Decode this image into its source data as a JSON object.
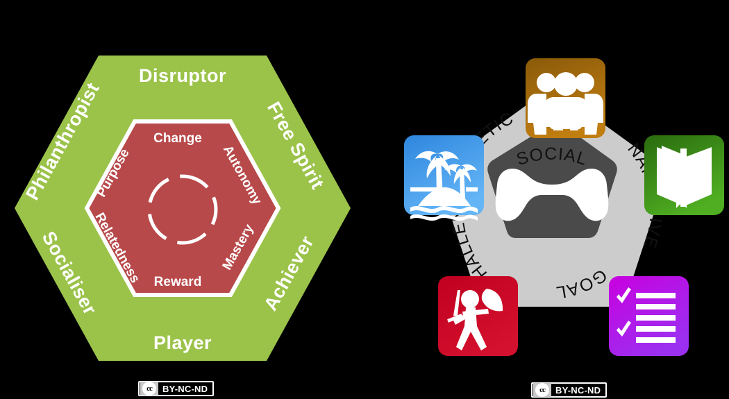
{
  "figure": {
    "background_color": "#000000",
    "left_diagram": {
      "name": "hexad-player-types-and-motivations",
      "outer_shape": "hexagon",
      "outer_color": "#9bc34a",
      "inner_shape": "hexagon",
      "inner_color": "#b8494a",
      "inner_border_color": "#ffffff",
      "center_marker": "dashed-circle",
      "outer_labels": [
        {
          "id": "disruptor",
          "text": "Disruptor",
          "position": "top",
          "rotation": 0
        },
        {
          "id": "free-spirit",
          "text": "Free Spirit",
          "position": "upper-right",
          "rotation": 60
        },
        {
          "id": "achiever",
          "text": "Achiever",
          "position": "lower-right",
          "rotation": 120
        },
        {
          "id": "player",
          "text": "Player",
          "position": "bottom",
          "rotation": 0
        },
        {
          "id": "socialiser",
          "text": "Socialiser",
          "position": "lower-left",
          "rotation": -120
        },
        {
          "id": "philanthropist",
          "text": "Philanthropist",
          "position": "upper-left",
          "rotation": -60
        }
      ],
      "inner_labels": [
        {
          "id": "change",
          "text": "Change",
          "position": "top",
          "rotation": 0
        },
        {
          "id": "autonomy",
          "text": "Autonomy",
          "position": "upper-right",
          "rotation": 60
        },
        {
          "id": "mastery",
          "text": "Mastery",
          "position": "lower-right",
          "rotation": 120
        },
        {
          "id": "reward",
          "text": "Reward",
          "position": "bottom",
          "rotation": 0
        },
        {
          "id": "relatedness",
          "text": "Relatedness",
          "position": "lower-left",
          "rotation": -120
        },
        {
          "id": "purpose",
          "text": "Purpose",
          "position": "upper-left",
          "rotation": -60
        }
      ]
    },
    "right_diagram": {
      "name": "game-design-elements-pentagon",
      "backdrop_shape": "pentagon",
      "backdrop_color": "#cccccc",
      "center_shape": "pentagon",
      "center_color": "#4a4a4a",
      "center_icon": "gamepad-icon",
      "center_icon_color": "#ffffff",
      "labels": [
        {
          "id": "social",
          "text": "SOCIAL",
          "rotation": 0
        },
        {
          "id": "narrative",
          "text": "NARRATIVE",
          "rotation": 72
        },
        {
          "id": "goal",
          "text": "GOAL",
          "rotation": 144
        },
        {
          "id": "challenge",
          "text": "CHALLENGE",
          "rotation": -144
        },
        {
          "id": "aesthetic",
          "text": "AESTHETIC",
          "rotation": -72
        }
      ],
      "tiles": [
        {
          "id": "social",
          "icon": "group-people-icon",
          "label": "SOCIAL",
          "color_from": "#8a5a0a",
          "color_to": "#c07d10",
          "position": "top"
        },
        {
          "id": "narrative",
          "icon": "open-book-icon",
          "label": "NARRATIVE",
          "color_from": "#2a6b0f",
          "color_to": "#4fae21",
          "position": "right"
        },
        {
          "id": "goal",
          "icon": "checklist-icon",
          "label": "GOAL",
          "color_from": "#c800e0",
          "color_to": "#9b30f0",
          "position": "bottom-right"
        },
        {
          "id": "challenge",
          "icon": "warrior-icon",
          "label": "CHALLENGE",
          "color_from": "#c00020",
          "color_to": "#d4112e",
          "position": "bottom-left"
        },
        {
          "id": "aesthetic",
          "icon": "island-palm-icon",
          "label": "AESTHETIC",
          "color_from": "#2e86de",
          "color_to": "#64b5f6",
          "position": "left"
        }
      ]
    },
    "licenses": [
      {
        "id": "license-left",
        "mark": "cc",
        "terms": "BY-NC-ND"
      },
      {
        "id": "license-right",
        "mark": "cc",
        "terms": "BY-NC-ND"
      }
    ]
  }
}
